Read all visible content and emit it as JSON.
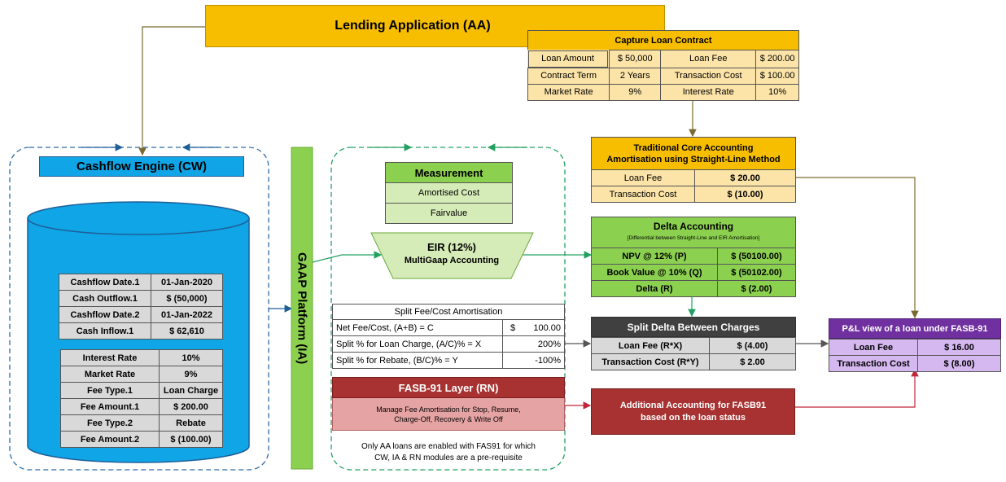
{
  "lending_app": {
    "title": "Lending Application (AA)"
  },
  "capture": {
    "title": "Capture Loan Contract",
    "rows": [
      [
        "Loan Amount",
        "$ 50,000",
        "Loan Fee",
        "$ 200.00"
      ],
      [
        "Contract Term",
        "2 Years",
        "Transaction Cost",
        "$ 100.00"
      ],
      [
        "Market Rate",
        "9%",
        "Interest Rate",
        "10%"
      ]
    ]
  },
  "traditional": {
    "title1": "Traditional Core Accounting",
    "title2": "Amortisation using Straight-Line Method",
    "rows": [
      [
        "Loan Fee",
        "$ 20.00"
      ],
      [
        "Transaction Cost",
        "$ (10.00)"
      ]
    ]
  },
  "cashflow": {
    "title": "Cashflow Engine (CW)",
    "table1": [
      [
        "Cashflow Date.1",
        "01-Jan-2020"
      ],
      [
        "Cash Outflow.1",
        "$ (50,000)"
      ],
      [
        "Cashflow Date.2",
        "01-Jan-2022"
      ],
      [
        "Cash Inflow.1",
        "$ 62,610"
      ]
    ],
    "table2": [
      [
        "Interest Rate",
        "10%"
      ],
      [
        "Market Rate",
        "9%"
      ],
      [
        "Fee Type.1",
        "Loan Charge"
      ],
      [
        "Fee Amount.1",
        "$ 200.00"
      ],
      [
        "Fee Type.2",
        "Rebate"
      ],
      [
        "Fee Amount.2",
        "$ (100.00)"
      ]
    ]
  },
  "gaap": {
    "label": "GAAP Platform (IA)"
  },
  "measurement": {
    "title": "Measurement",
    "items": [
      "Amortised Cost",
      "Fairvalue"
    ]
  },
  "eir": {
    "line1": "EIR (12%)",
    "line2": "MultiGaap Accounting"
  },
  "split_fee": {
    "title": "Split Fee/Cost Amortisation",
    "rows": [
      [
        "Net Fee/Cost, (A+B) = C",
        "$",
        "100.00"
      ],
      [
        "Split % for Loan Charge, (A/C)% = X",
        "",
        "200%"
      ],
      [
        "Split % for Rebate, (B/C)% = Y",
        "",
        "-100%"
      ]
    ]
  },
  "fasb_layer": {
    "title": "FASB-91 Layer (RN)",
    "line1": "Manage Fee Amortisation for Stop, Resume,",
    "line2": "Charge-Off, Recovery & Write Off"
  },
  "note": {
    "line1": "Only AA loans are enabled with FAS91 for which",
    "line2": "CW, IA & RN modules are a pre-requisite"
  },
  "delta": {
    "title": "Delta Accounting",
    "subtitle": "[Differential between Straight-Line and EIR Amortisation]",
    "rows": [
      [
        "NPV @ 12% (P)",
        "$ (50100.00)"
      ],
      [
        "Book Value @ 10% (Q)",
        "$ (50102.00)"
      ],
      [
        "Delta (R)",
        "$ (2.00)"
      ]
    ]
  },
  "split_delta": {
    "title": "Split Delta Between Charges",
    "rows": [
      [
        "Loan Fee (R*X)",
        "$ (4.00)"
      ],
      [
        "Transaction Cost (R*Y)",
        "$ 2.00"
      ]
    ]
  },
  "additional": {
    "line1": "Additional Accounting for FASB91",
    "line2": "based on the loan status"
  },
  "pl": {
    "title": "P&L view of a loan under FASB-91",
    "rows": [
      [
        "Loan Fee",
        "$ 16.00"
      ],
      [
        "Transaction Cost",
        "$ (8.00)"
      ]
    ]
  },
  "colors": {
    "orange": "#f7be00",
    "cyan": "#0fa5e6",
    "green": "#8cd050",
    "dark_grey": "#404040",
    "dark_red": "#a83232",
    "purple": "#7030a0"
  }
}
